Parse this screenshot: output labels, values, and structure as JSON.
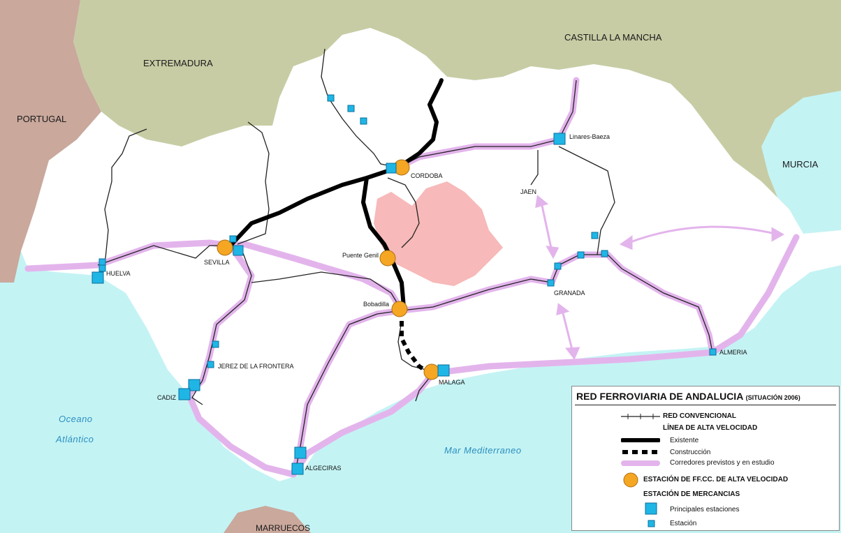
{
  "regions": {
    "portugal": "PORTUGAL",
    "extremadura": "EXTREMADURA",
    "castilla": "CASTILLA LA MANCHA",
    "murcia": "MURCIA",
    "marruecos": "MARRUECOS"
  },
  "seas": {
    "oceano_1": "Oceano",
    "oceano_2": "Atlántico",
    "mediterraneo": "Mar Mediterraneo"
  },
  "cities": {
    "cordoba": "CORDOBA",
    "linares": "Linares-Baeza",
    "jaen": "JAEN",
    "huelva": "HUELVA",
    "sevilla": "SEVILLA",
    "puente_genil": "Puente Genil",
    "bobadilla": "Bobadilla",
    "granada": "GRANADA",
    "jerez": "JEREZ DE LA FRONTERA",
    "cadiz": "CADIZ",
    "malaga": "MALAGA",
    "almeria": "ALMERIA",
    "algeciras": "ALGECIRAS"
  },
  "legend": {
    "title": "RED FERROVIARIA DE ANDALUCIA",
    "title_note": "(SITUACIÓN 2006)",
    "red_convencional": "RED CONVENCIONAL",
    "alta_velocidad": "LÍNEA DE ALTA VELOCIDAD",
    "existente": "Existente",
    "construccion": "Construcción",
    "corredores": "Corredores previstos y en estudio",
    "estacion_av": "ESTACIÓN DE FF.CC. DE ALTA VELOCIDAD",
    "estacion_mercancias": "ESTACIÓN DE MERCANCIAS",
    "principales": "Principales estaciones",
    "estacion": "Estación"
  },
  "colors": {
    "sea": "#c4f3f4",
    "land_neighbor": "#c8cca4",
    "portugal": "#caa89c",
    "andalucia": "#ffffff",
    "corridor": "#e3b4ec",
    "hsl": "#000000",
    "station_hs": "#f5a623",
    "freight": "#1fb6e6",
    "cordoba_province": "#f7b9b9"
  }
}
